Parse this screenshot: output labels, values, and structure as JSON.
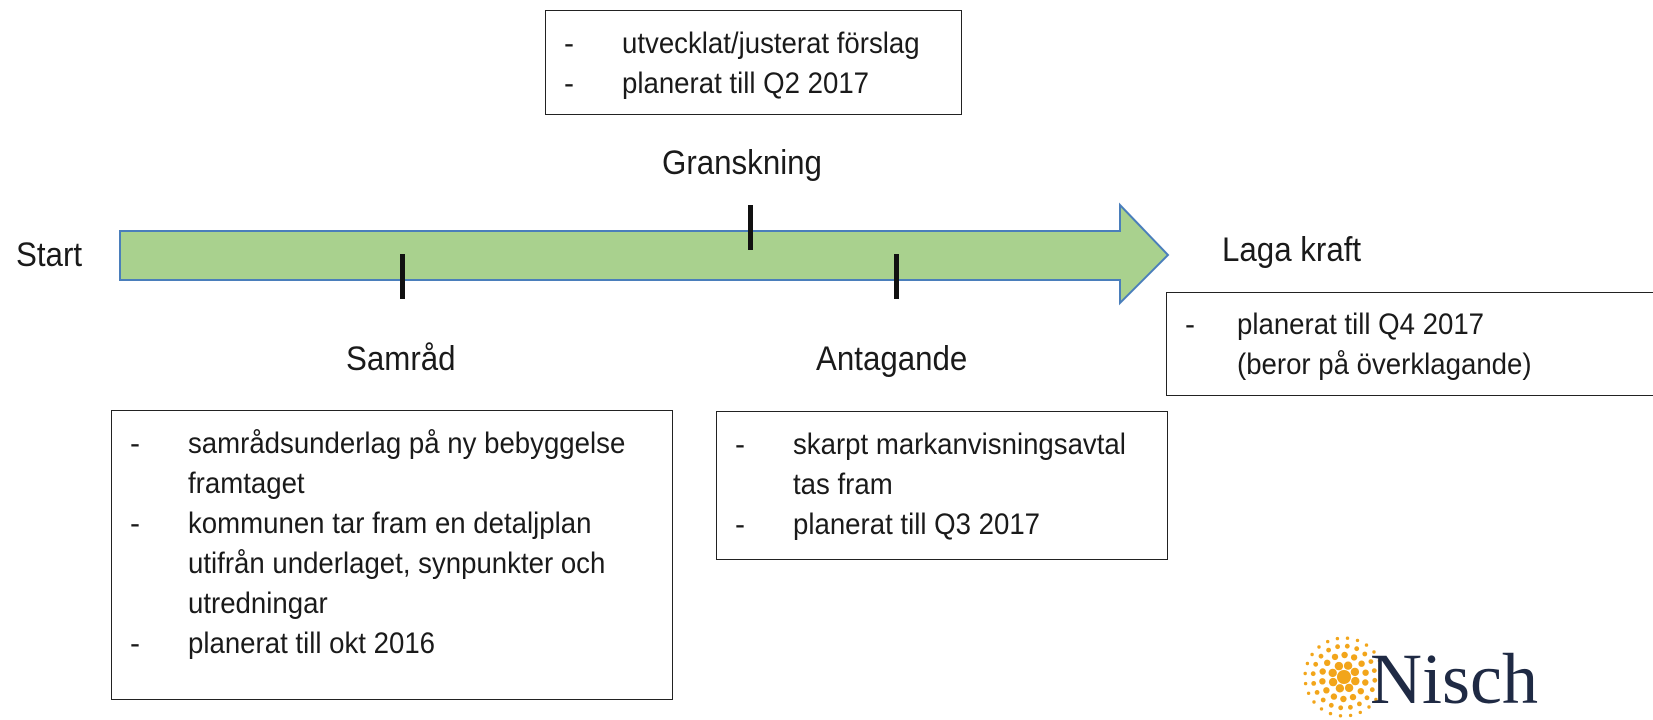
{
  "timeline": {
    "start_label": "Start",
    "end_label": "Laga kraft",
    "arrow_fill": "#a9d18e",
    "arrow_stroke": "#4a7ebb"
  },
  "milestones": [
    {
      "label": "Samråd",
      "box_lines": [
        "samrådsunderlag på ny bebyggelse",
        "framtaget",
        "kommunen tar fram en detaljplan",
        "utifrån underlaget, synpunkter och",
        "utredningar",
        "planerat till okt 2016"
      ]
    },
    {
      "label": "Granskning",
      "box_lines": [
        "utvecklat/justerat förslag",
        "planerat till Q2 2017"
      ]
    },
    {
      "label": "Antagande",
      "box_lines": [
        "skarpt markanvisningsavtal",
        "tas fram",
        "planerat till Q3 2017"
      ]
    }
  ],
  "final_box_lines": [
    "planerat till Q4 2017",
    "(beror på överklagande)"
  ],
  "logo": {
    "text": "Nisch",
    "color": "#f2a51a",
    "text_color": "#1f2a44"
  }
}
